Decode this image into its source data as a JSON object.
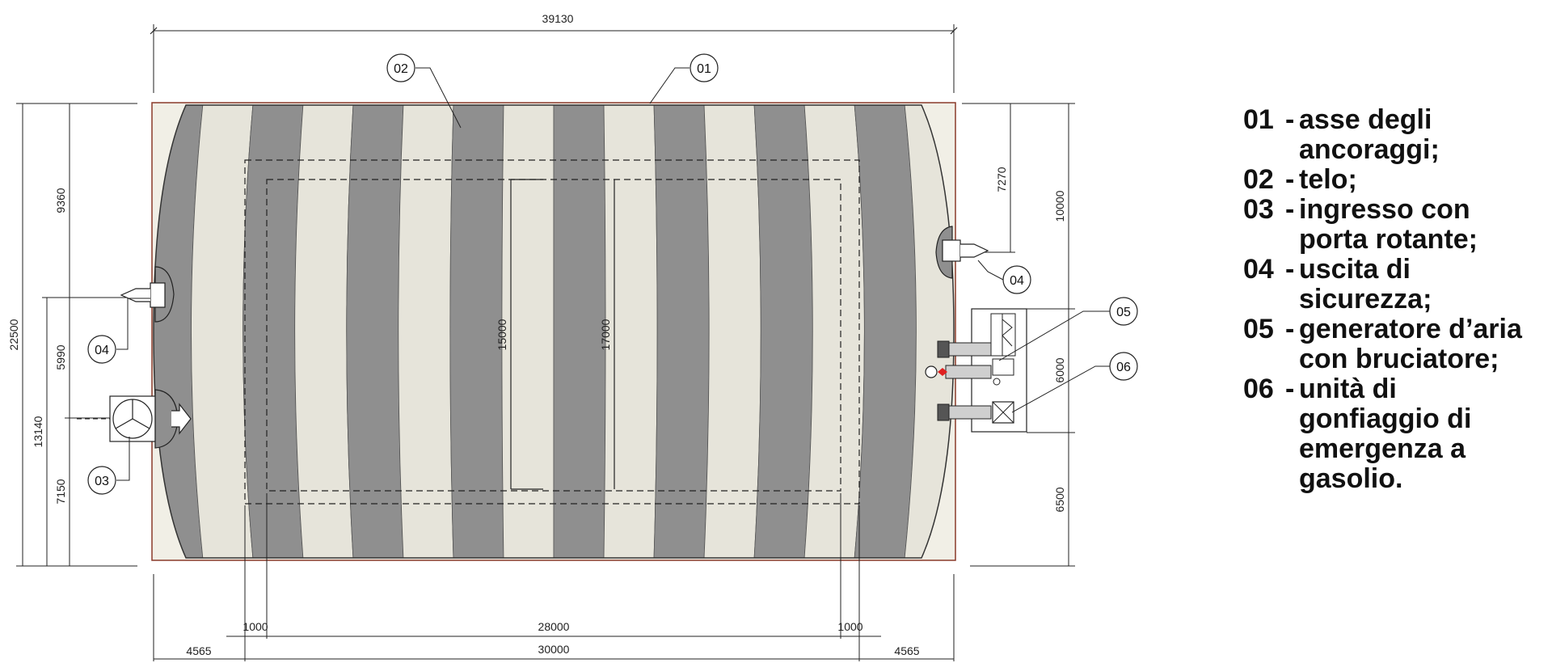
{
  "dimensions": {
    "top_total": "39130",
    "left_total": "22500",
    "left_a": "9360",
    "left_b": "5990",
    "left_c": "13140",
    "left_d": "7150",
    "right_a": "7270",
    "right_b": "10000",
    "right_c": "6000",
    "right_d": "6500",
    "inner_v1": "15000",
    "inner_v2": "17000",
    "bottom_side_l": "1000",
    "bottom_mid": "28000",
    "bottom_side_r": "1000",
    "bottom_outer_l": "4565",
    "bottom_total": "30000",
    "bottom_outer_r": "4565"
  },
  "callouts": {
    "c01": "01",
    "c02": "02",
    "c03": "03",
    "c04_left": "04",
    "c04_right": "04",
    "c05": "05",
    "c06": "06"
  },
  "legend": [
    {
      "code": "01",
      "sep": "-",
      "text": "asse degli ancoraggi;"
    },
    {
      "code": "02",
      "sep": "-",
      "text": "telo;"
    },
    {
      "code": "03",
      "sep": "-",
      "text": "ingresso con porta rotante;"
    },
    {
      "code": "04",
      "sep": "-",
      "text": "uscita di sicurezza;"
    },
    {
      "code": "05",
      "sep": "-",
      "text": "generatore d’aria con bruciatore;"
    },
    {
      "code": "06",
      "sep": "-",
      "text": "unità di gonfiaggio di emergenza a gasolio."
    }
  ],
  "colors": {
    "stripe_dark": "#8f8f8f",
    "stripe_light": "#e6e4da",
    "outline": "#222222",
    "anchor_line": "#8a3a2a",
    "indicator_red": "#e02020"
  }
}
